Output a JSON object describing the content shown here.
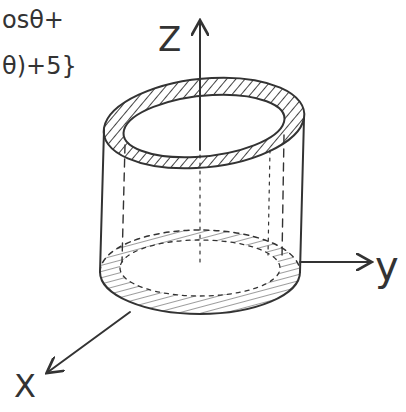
{
  "diagram": {
    "labels": [
      "Z",
      "y",
      "X",
      "osθ+",
      "θ)+5}"
    ]
  }
}
